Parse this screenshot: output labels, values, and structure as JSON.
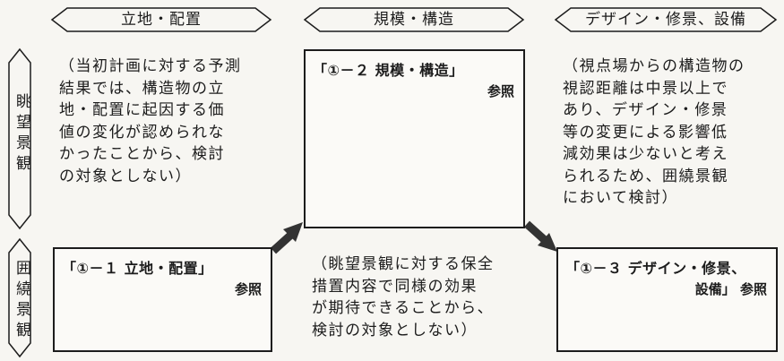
{
  "columns": [
    {
      "label": "立地・配置"
    },
    {
      "label": "規模・構造"
    },
    {
      "label": "デザイン・修景、設備"
    }
  ],
  "rows": [
    {
      "label": "眺望景観"
    },
    {
      "label": "囲繞景観"
    }
  ],
  "boxes": {
    "scale_structure": {
      "title": "「①－２ 規模・構造」",
      "ref": "参照"
    },
    "location": {
      "title": "「①－１ 立地・配置」",
      "ref": "参照"
    },
    "design": {
      "title_line1": "「①－３ デザイン・修景、",
      "title_line2": "設備」 参照"
    }
  },
  "notes": {
    "view_location": [
      "（当初計画に対する予測",
      "結果では、構造物の立",
      "地・配置に起因する価",
      "値の変化が認められな",
      "かったことから、検討",
      "の対象としない）"
    ],
    "view_design": [
      "（視点場からの構造物の",
      "視認距離は中景以上で",
      "あり、デザイン・修景",
      "等の変更による影響低",
      "減効果は少ないと考え",
      "られるため、囲繞景観",
      "において検討）"
    ],
    "surround_scale": [
      "（眺望景観に対する保全",
      "措置内容で同様の効果",
      "が期待できることから、",
      "検討の対象としない）"
    ]
  }
}
